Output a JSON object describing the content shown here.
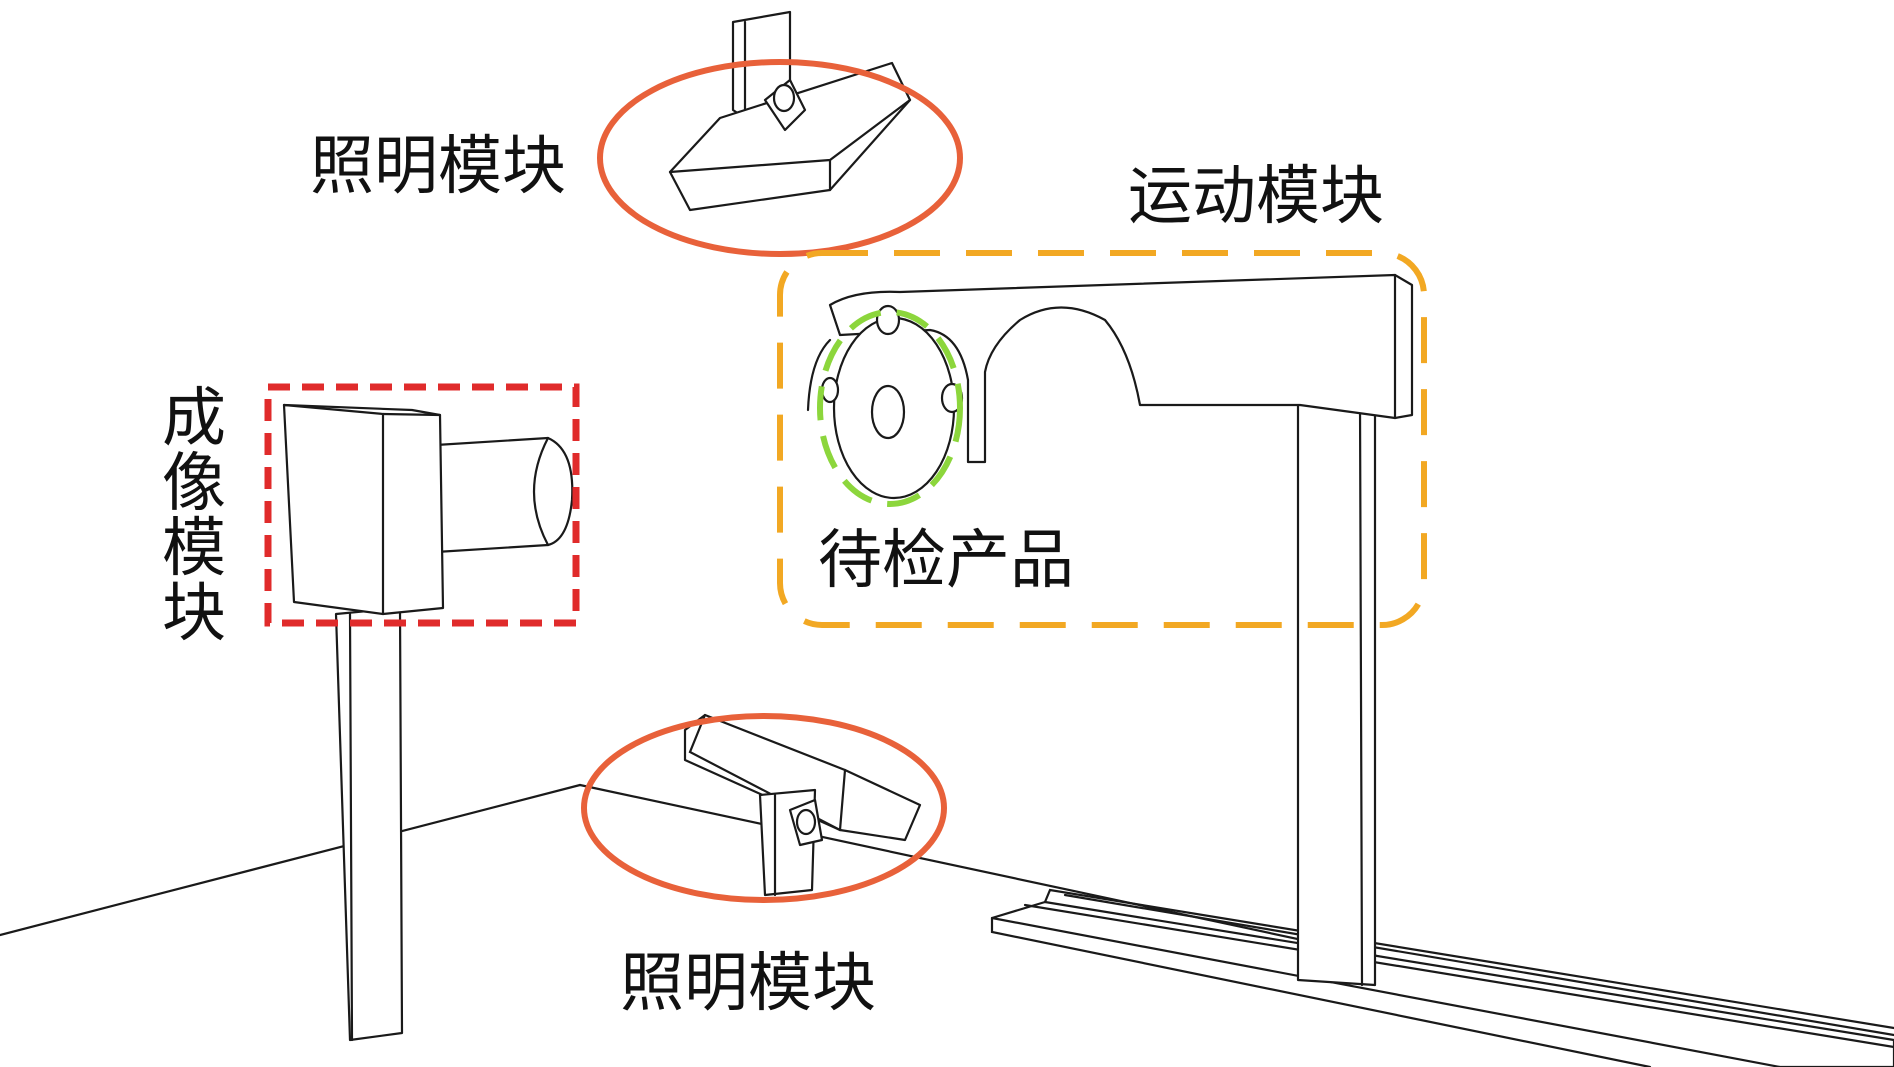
{
  "labels": {
    "lighting_top": "照明模块",
    "lighting_bottom": "照明模块",
    "motion": "运动模块",
    "imaging_chars": [
      "成",
      "像",
      "模",
      "块"
    ],
    "product": "待检产品"
  },
  "colors": {
    "lighting_highlight": "#E8613A",
    "imaging_highlight": "#E02B2B",
    "motion_highlight": "#F2A823",
    "product_highlight": "#8CD63C",
    "line_ink": "#1a1a1a"
  }
}
